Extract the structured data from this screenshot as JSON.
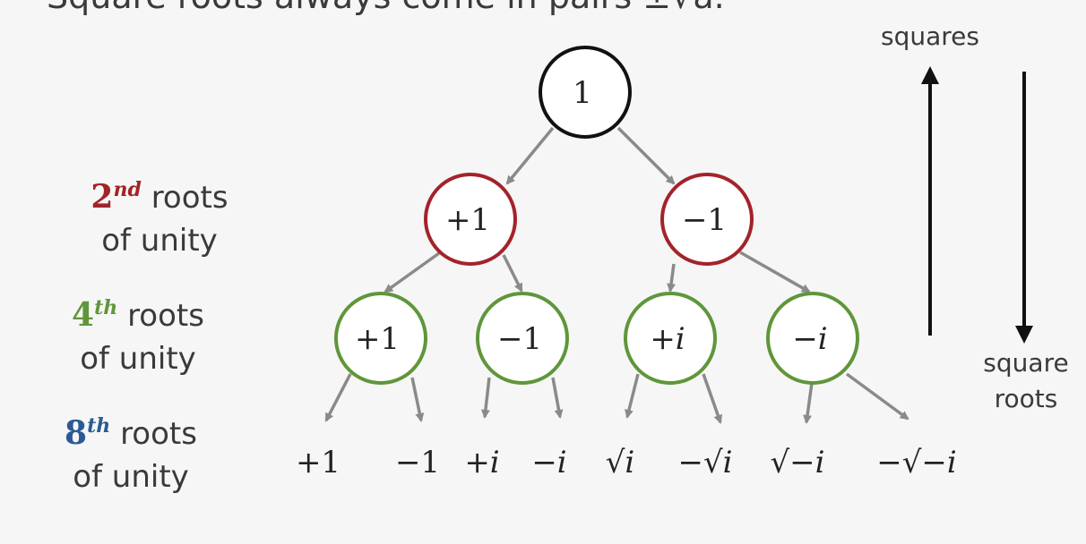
{
  "title": "Square roots always come in pairs ±√a.",
  "levels": {
    "second": {
      "num": "2",
      "sup": "nd",
      "line1": "roots",
      "line2": "of unity"
    },
    "fourth": {
      "num": "4",
      "sup": "th",
      "line1": "roots",
      "line2": "of unity"
    },
    "eighth": {
      "num": "8",
      "sup": "th",
      "line1": "roots",
      "line2": "of unity"
    }
  },
  "arrows": {
    "up_label": "squares",
    "down_line1": "square",
    "down_line2": "roots"
  },
  "nodes": {
    "root": "1",
    "l2": [
      "+1",
      "−1"
    ],
    "l4": [
      "+1",
      "−1",
      "+i",
      "−i"
    ],
    "l8": [
      "+1",
      "−1",
      "+i",
      "−i",
      "√i",
      "−√i",
      "√−i",
      "−√−i"
    ]
  },
  "colors": {
    "red": "#a3232a",
    "green": "#5f963a",
    "blue": "#2a5a96",
    "black": "#111111",
    "arrow": "#8a8a8a"
  }
}
